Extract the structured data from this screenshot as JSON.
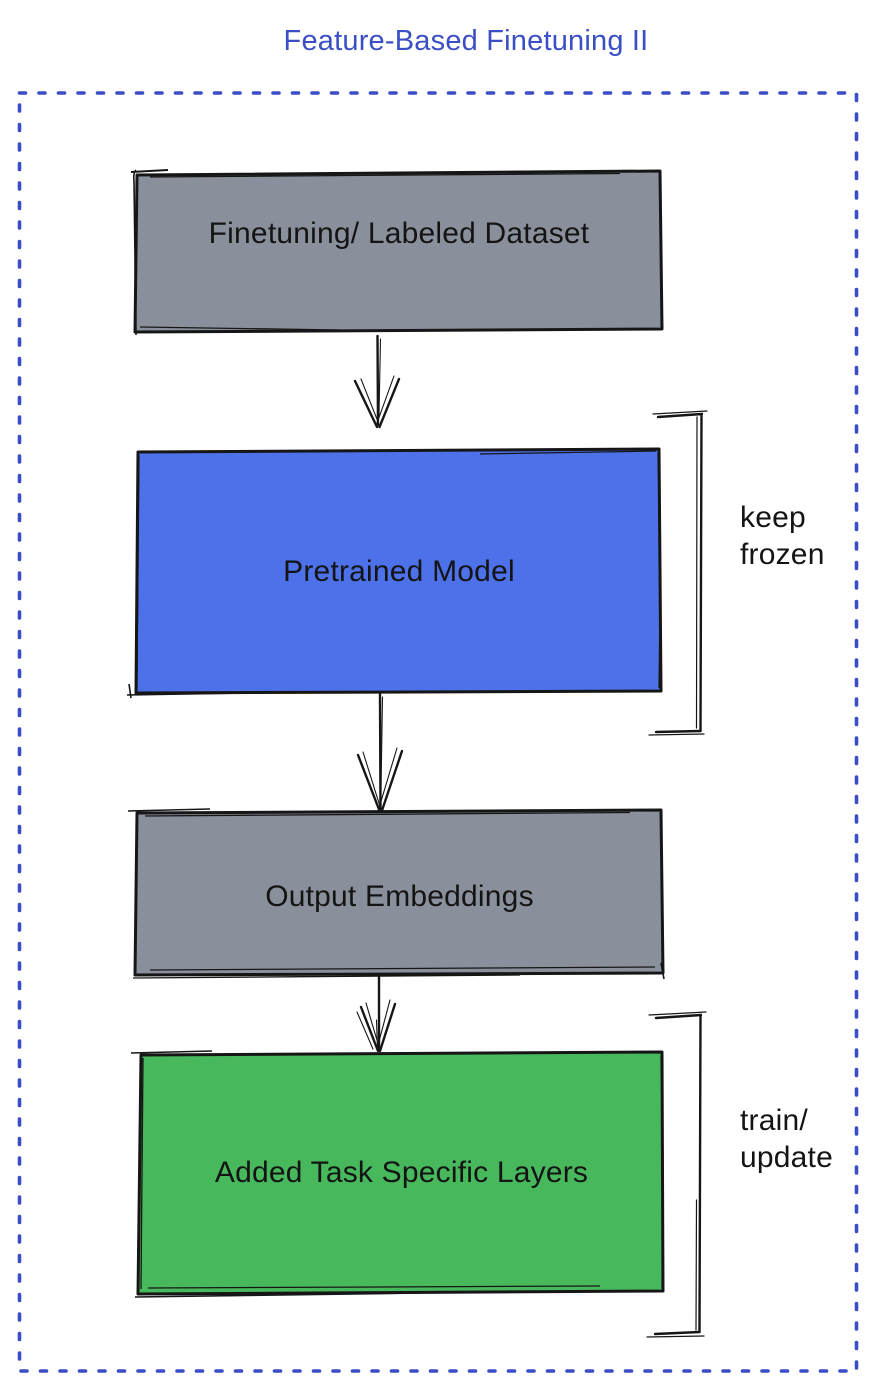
{
  "title": "Feature-Based Finetuning II",
  "colors": {
    "title": "#3b4fc5",
    "frame": "#3a4cc6",
    "outline": "#161616",
    "label_text": "#141414",
    "gray_fill": "#8a909b",
    "blue_fill": "#4d71e9",
    "green_fill": "#48b85c"
  },
  "nodes": {
    "dataset": {
      "label": "Finetuning/ Labeled Dataset",
      "fill": "#8a909b"
    },
    "pretrained": {
      "label": "Pretrained Model",
      "fill": "#4d71e9"
    },
    "embeddings": {
      "label": "Output Embeddings",
      "fill": "#8a909b"
    },
    "task_layers": {
      "label": "Added Task Specific Layers",
      "fill": "#48b85c"
    }
  },
  "annotations": {
    "keep_frozen": {
      "line1": "keep",
      "line2": "frozen"
    },
    "train_update": {
      "line1": "train/",
      "line2": "update"
    }
  },
  "edges": [
    {
      "from": "dataset",
      "to": "pretrained"
    },
    {
      "from": "pretrained",
      "to": "embeddings"
    },
    {
      "from": "embeddings",
      "to": "task_layers"
    }
  ]
}
